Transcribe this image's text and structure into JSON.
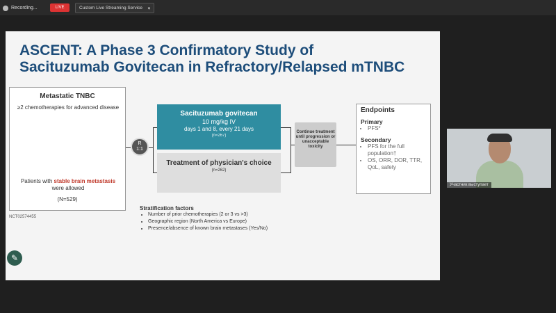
{
  "toolbar": {
    "recording_label": "Recording...",
    "live_label": "LIVE",
    "stream_select_value": "Custom Live Streaming Service"
  },
  "slide": {
    "title_line1": "ASCENT: A Phase 3 Confirmatory Study of",
    "title_line2": "Sacituzumab Govitecan in Refractory/Relapsed mTNBC",
    "population": {
      "heading": "Metastatic TNBC",
      "criteria": "≥2 chemotherapies for advanced disease",
      "brain_prefix": "Patients with ",
      "brain_highlight": "stable brain metastasis",
      "brain_suffix": " were allowed",
      "n": "(N=529)"
    },
    "nct": "NCT02574455",
    "randomization": {
      "label_r": "R",
      "label_ratio": "1:1"
    },
    "arm_sg": {
      "name": "Sacituzumab govitecan",
      "dose": "10 mg/kg IV",
      "schedule": "days 1 and 8, every 21 days",
      "n": "(n=267)"
    },
    "arm_tpc": {
      "name": "Treatment of physician's choice",
      "n": "(n=262)"
    },
    "continue_box": "Continue treatment until progression or unacceptable toxicity",
    "endpoints": {
      "heading": "Endpoints",
      "primary_label": "Primary",
      "primary_items": [
        "PFS*"
      ],
      "secondary_label": "Secondary",
      "secondary_items": [
        "PFS for the full population†",
        "OS, ORR, DOR, TTR, QoL, safety"
      ]
    },
    "stratification": {
      "heading": "Stratification factors",
      "items": [
        "Number of prior chemotherapies (2 or 3 vs >3)",
        "Geographic region (North America vs Europe)",
        "Presence/absence of known brain metastases (Yes/No)"
      ]
    }
  },
  "video": {
    "participant_name": "Участник выступает"
  },
  "colors": {
    "title": "#1d4d7a",
    "arm_sg": "#2f8da1",
    "brain_highlight": "#c0392b"
  }
}
